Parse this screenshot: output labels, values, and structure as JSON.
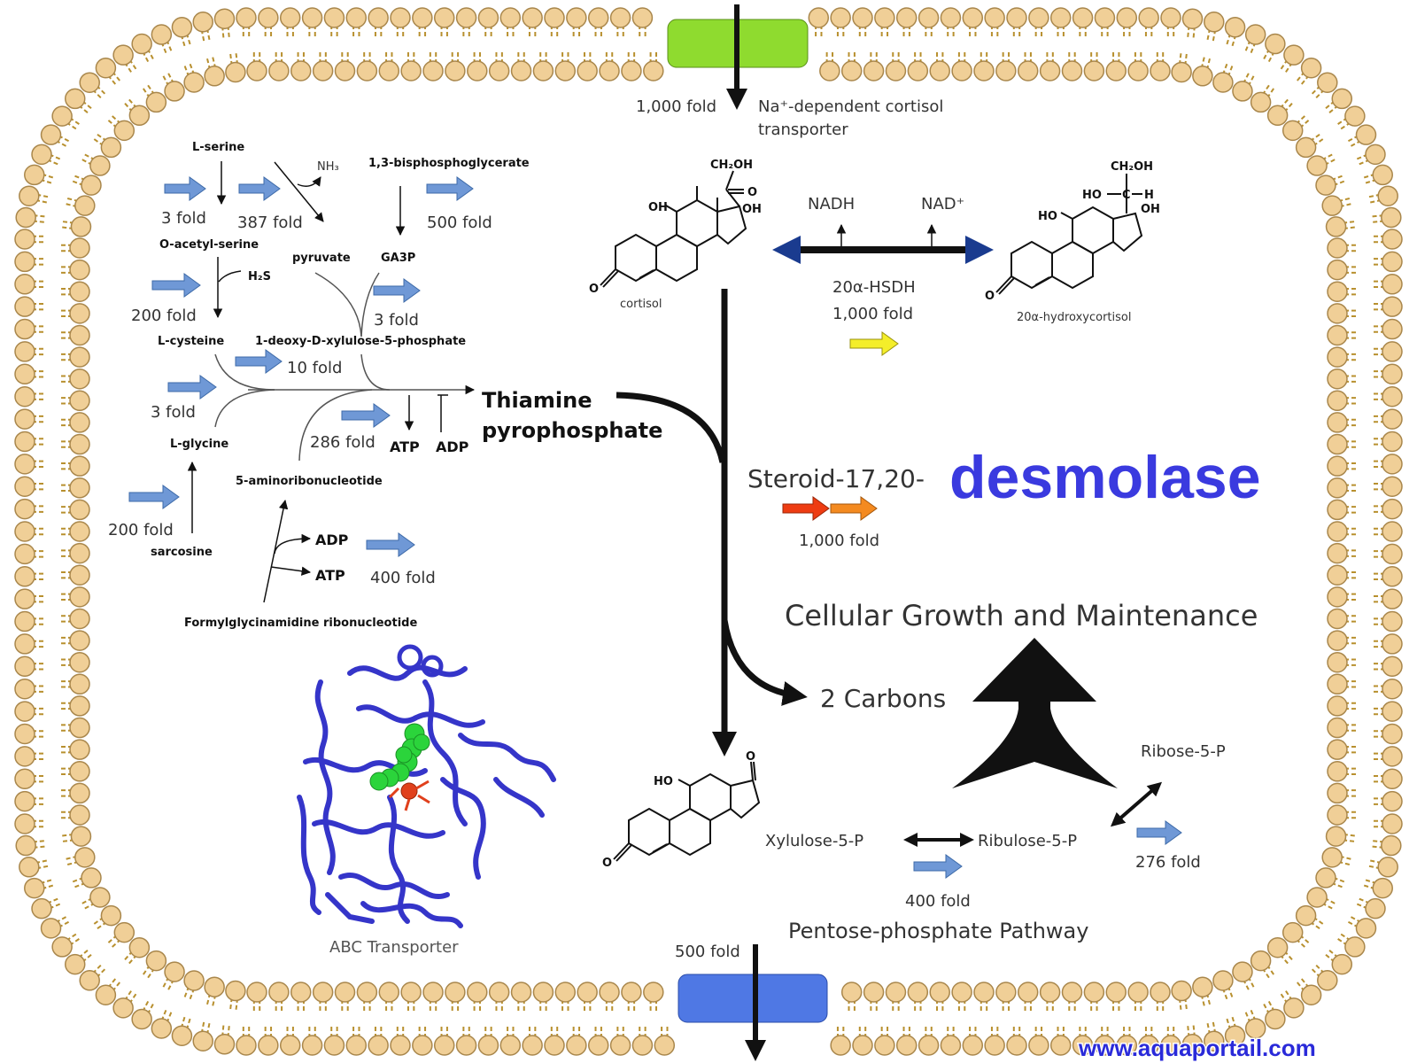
{
  "transport": {
    "top_fold": "1,000 fold",
    "top_label_line1": "Na⁺-dependent cortisol",
    "top_label_line2": "transporter",
    "bottom_fold": "500 fold",
    "abc_label": "ABC Transporter"
  },
  "amino_pathway": {
    "l_serine": "L-serine",
    "nh3": "NH₃",
    "bpg": "1,3-bisphosphoglycerate",
    "fold_3a": "3 fold",
    "fold_387": "387 fold",
    "fold_500": "500 fold",
    "o_acetyl_serine": "O-acetyl-serine",
    "pyruvate": "pyruvate",
    "ga3p": "GA3P",
    "h2s": "H₂S",
    "fold_200a": "200 fold",
    "fold_3b": "3 fold",
    "l_cysteine": "L-cysteine",
    "dxp": "1-deoxy-D-xylulose-5-phosphate",
    "fold_10": "10 fold",
    "fold_3c": "3 fold",
    "thiamine_line1": "Thiamine",
    "thiamine_line2": "pyrophosphate",
    "l_glycine": "L-glycine",
    "fold_286": "286 fold",
    "atp1": "ATP",
    "adp1": "ADP",
    "aminoribo": "5-aminoribonucleotide",
    "fold_200b": "200 fold",
    "sarcosine": "sarcosine",
    "adp2": "ADP",
    "atp2": "ATP",
    "fold_400a": "400 fold",
    "formyl": "Formylglycinamidine ribonucleotide"
  },
  "steroid": {
    "cortisol": "cortisol",
    "nadh": "NADH",
    "nad": "NAD⁺",
    "hsdh": "20α-HSDH",
    "hsdh_fold": "1,000 fold",
    "hydroxycortisol": "20α-hydroxycortisol",
    "desmolase_prefix": "Steroid-17,20-",
    "desmolase_fold": "1,000 fold",
    "two_carbons": "2 Carbons",
    "ch2oh": "CH₂OH",
    "oh": "OH",
    "ho": "HO",
    "o": "O",
    "h": "H"
  },
  "growth": {
    "title": "Cellular Growth and Maintenance",
    "ribose": "Ribose-5-P",
    "xylulose": "Xylulose-5-P",
    "ribulose": "Ribulose-5-P",
    "fold_276": "276 fold",
    "fold_400": "400 fold",
    "pentose": "Pentose-phosphate Pathway"
  },
  "watermark": {
    "word": "desmolase",
    "url": "www.aquaportail.com"
  },
  "colors": {
    "membrane_head": "#f0cf97",
    "membrane_head_stroke": "#a9874c",
    "membrane_tail": "#b8902f",
    "transporter_top": "#8fdb2f",
    "transporter_bottom": "#4f78e4",
    "fold_arrow": "#6f98d6",
    "yellow_arrow": "#f4ee2a",
    "red_arrow": "#ee3c12",
    "orange_arrow": "#f48a20",
    "protein": "#3535c9",
    "ligand_green": "#2bd43b",
    "ligand_red": "#e0401c"
  }
}
